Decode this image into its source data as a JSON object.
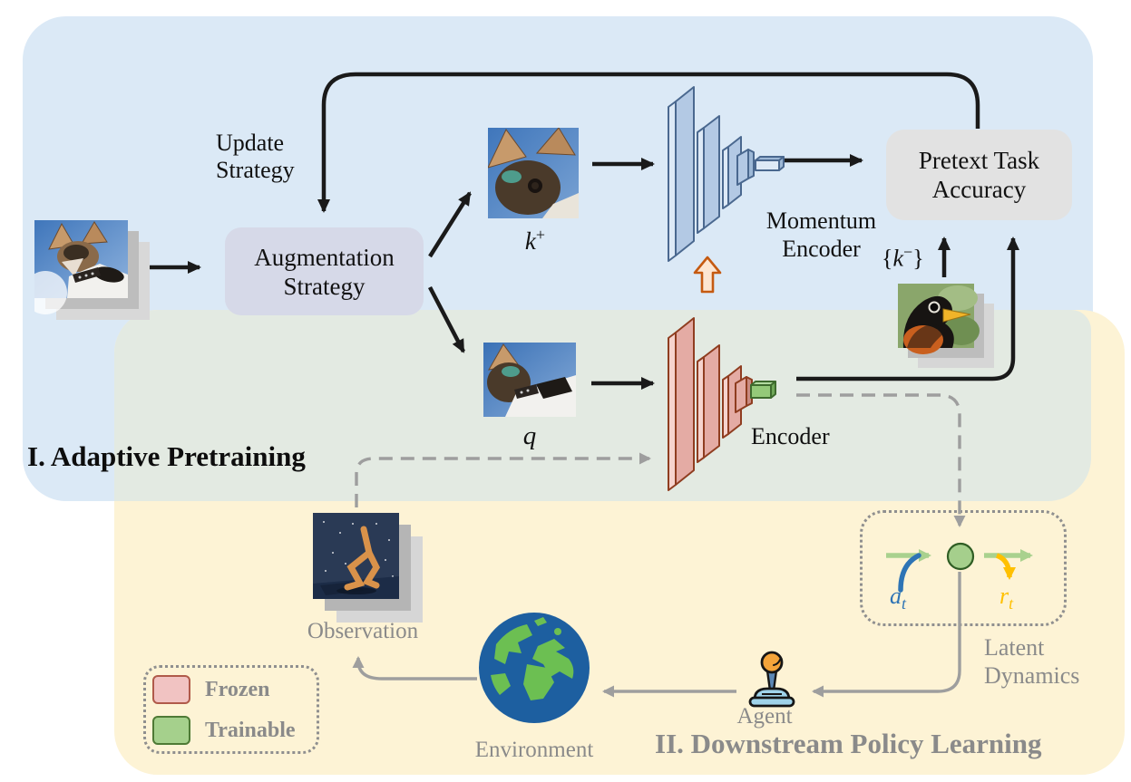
{
  "figure": "self-supervised adaptive pretraining and downstream policy learning diagram",
  "sections": {
    "pretraining": "I. Adaptive Pretraining",
    "policy": "II. Downstream Policy Learning"
  },
  "nodes": {
    "update": {
      "line1": "Update",
      "line2": "Strategy"
    },
    "augmentation": {
      "line1": "Augmentation",
      "line2": "Strategy"
    },
    "pretext": {
      "line1": "Pretext Task",
      "line2": "Accuracy"
    },
    "momentum": {
      "line1": "Momentum",
      "line2": "Encoder"
    },
    "encoder": {
      "label": "Encoder"
    },
    "latent": {
      "line1": "Latent",
      "line2": "Dynamics"
    },
    "observation": "Observation",
    "environment": "Environment",
    "agent": "Agent"
  },
  "math": {
    "k_plus": {
      "base": "k",
      "sup": "+"
    },
    "q": "q",
    "k_minus": {
      "open": "{",
      "base": "k",
      "sup": "−",
      "close": "}"
    },
    "a_t": {
      "base": "a",
      "sub": "t"
    },
    "r_t": {
      "base": "r",
      "sub": "t"
    }
  },
  "legend": {
    "frozen": "Frozen",
    "trainable": "Trainable"
  },
  "icons": {
    "dog_photo": "chihuahua-photo",
    "k_plus_crop": "augmented-dog-crop",
    "q_crop": "augmented-dog-crop",
    "bird_photo": "robin-negative-sample-photo",
    "walker": "walker-observation-render",
    "earth": "earth-globe-icon",
    "joystick": "joystick-agent-icon",
    "momentum_update_arrow": "momentum-update-block-arrow"
  },
  "colors": {
    "pretrain_region": "#dbe9f6",
    "policy_region": "#fdf3d5",
    "overlap_region": "#e3eae2",
    "augmentation_box": "#d6d9e8",
    "pretext_box": "#e2e2e2",
    "frozen_fill": "#f1c3c2",
    "frozen_border": "#b05a4a",
    "trainable_fill": "#a5d08c",
    "trainable_border": "#4e7a35",
    "momentum_fill": "#b3c9e4",
    "momentum_border": "#4a688f",
    "encoder_fill": "#e4aba4",
    "encoder_border": "#8f3d20",
    "action_blue": "#2e74b5",
    "reward_gold": "#ffc000",
    "gray_text": "#8a8a8a",
    "arrow_black": "#1a1a1a",
    "arrow_gray": "#9e9e9e",
    "momentum_update_orange": "#c55a11"
  }
}
